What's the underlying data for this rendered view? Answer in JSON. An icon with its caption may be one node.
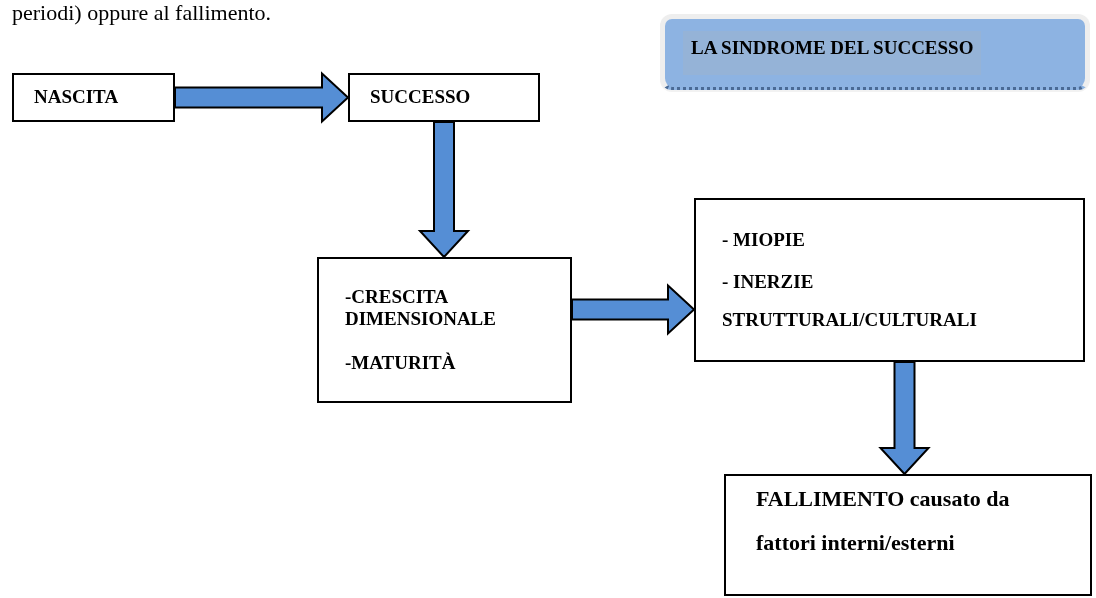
{
  "diagram": {
    "nodes": [
      {
        "text": [
          "NASCITA"
        ]
      },
      {
        "text": [
          "SUCCESSO"
        ]
      },
      {
        "text": [
          "LA SINDROME DEL SUCCESSO"
        ]
      },
      {
        "text": [
          "-CRESCITA DIMENSIONALE",
          "-MATURITÀ"
        ]
      },
      {
        "text": [
          "- MIOPIE",
          "- INERZIE STRUTTURALI/CULTURALI"
        ]
      },
      {
        "text": [
          "FALLIMENTO causato da fattori interni/esterni"
        ]
      }
    ],
    "edges": [
      {
        "from": 0,
        "to": 1,
        "arrow": "to"
      },
      {
        "from": 1,
        "to": 3,
        "arrow": "to"
      },
      {
        "from": 3,
        "to": 4,
        "arrow": "to"
      },
      {
        "from": 4,
        "to": 5,
        "arrow": "to"
      }
    ],
    "labels": [
      "periodi) oppure al fallimento."
    ]
  }
}
